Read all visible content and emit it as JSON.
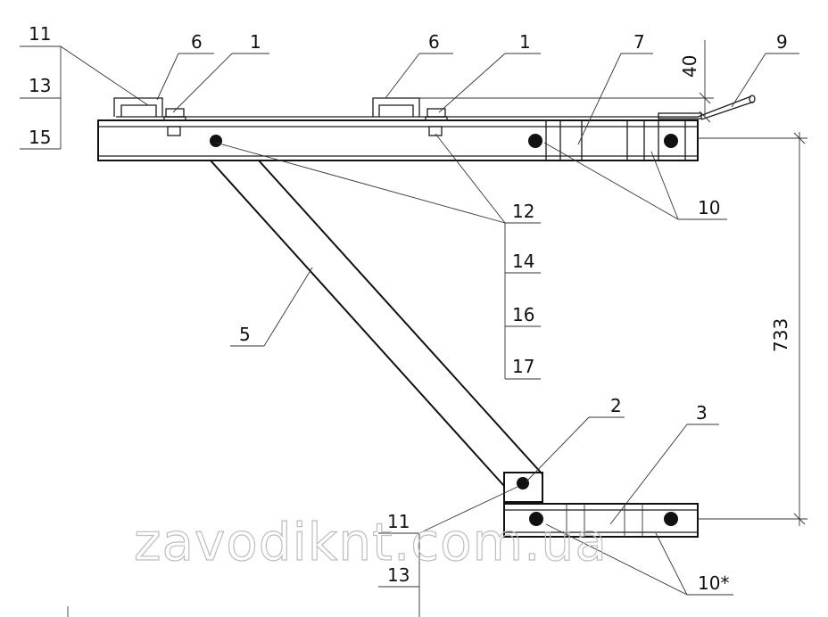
{
  "labels": {
    "l11_top": "11",
    "l13_top": "13",
    "l15_top": "15",
    "l6_left": "6",
    "l1_left": "1",
    "l6_mid": "6",
    "l1_mid": "1",
    "l7": "7",
    "l9": "9",
    "l10": "10",
    "l12": "12",
    "l14": "14",
    "l16": "16",
    "l17": "17",
    "l5": "5",
    "l2": "2",
    "l3": "3",
    "l11_bottom": "11",
    "l13_bottom": "13",
    "l10_star": "10*"
  },
  "dimensions": {
    "gap": "40",
    "height": "733"
  },
  "watermark": "zavodiknt.com.ua"
}
